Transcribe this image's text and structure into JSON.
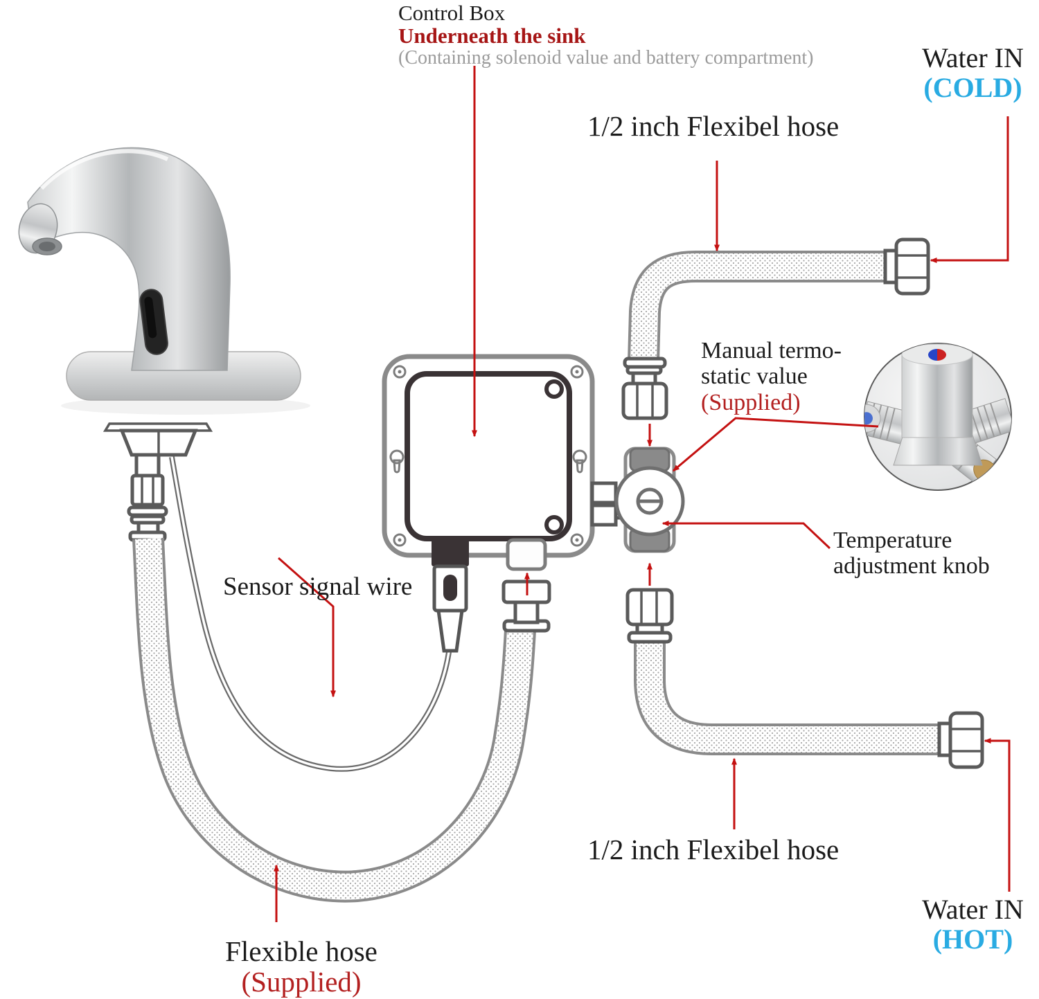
{
  "colors": {
    "arrow_red": "#c41111",
    "label_red": "#a61515",
    "supplied_red": "#b32020",
    "cold_cyan": "#29abe2",
    "text_dark": "#1b1b1b",
    "text_gray": "#9b9b9b",
    "line_gray": "#6a6a6a",
    "port_gray": "#8a8a8a"
  },
  "labels": {
    "control_box": {
      "title": "Control Box",
      "subtitle": "Underneath the sink",
      "note": "(Containing solenoid value and battery compartment)"
    },
    "hose_top": "1/2 inch Flexibel hose",
    "water_in_cold": {
      "line1": "Water IN",
      "line2": "(COLD)"
    },
    "manual_valve": {
      "line1": "Manual termo-",
      "line2": "static value",
      "line3": "(Supplied)"
    },
    "temp_knob": {
      "line1": "Temperature",
      "line2": "adjustment knob"
    },
    "sensor_wire": "Sensor signal wire",
    "hose_bottom": "1/2 inch Flexibel hose",
    "water_in_hot": {
      "line1": "Water IN",
      "line2": "(HOT)"
    },
    "flexible_hose": {
      "line1": "Flexible hose",
      "line2": "(Supplied)"
    }
  }
}
